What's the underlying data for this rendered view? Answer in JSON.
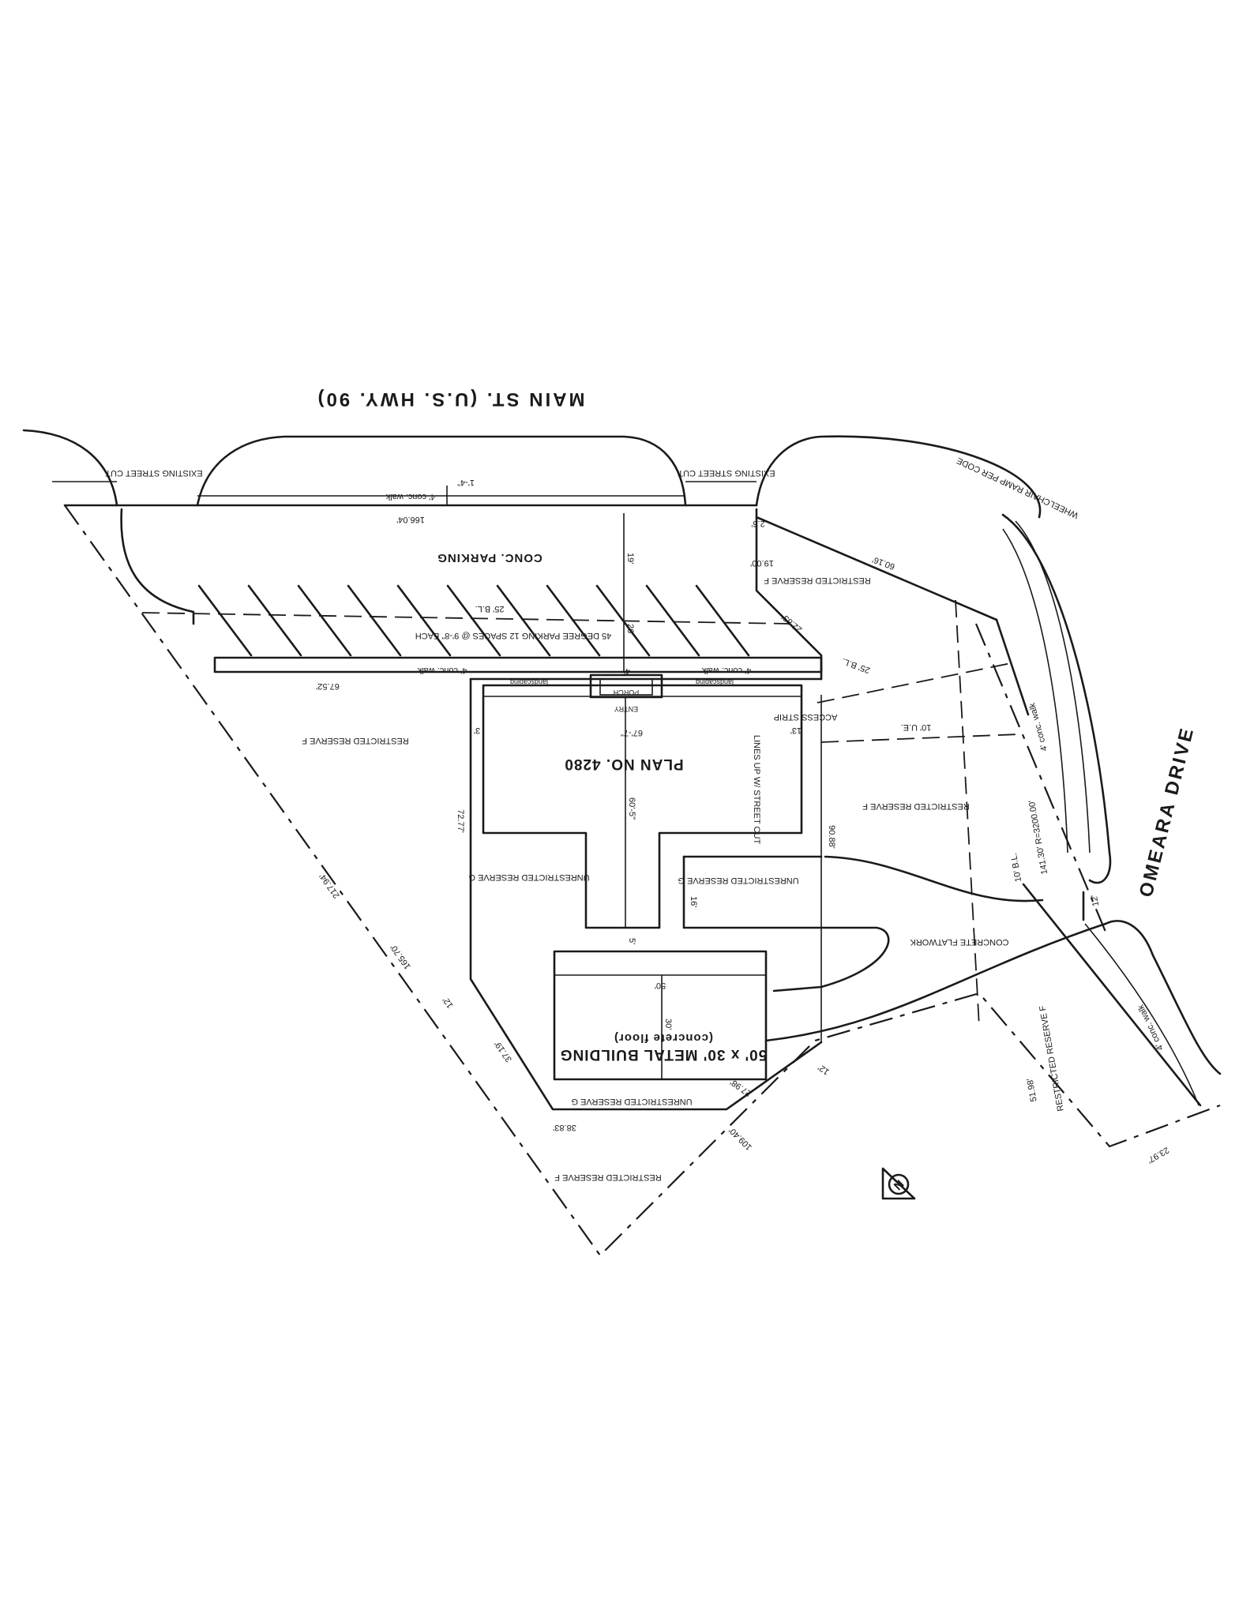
{
  "streets": {
    "main": "MAIN ST. (U.S. HWY. 90)",
    "omeara": "OMEARA DRIVE"
  },
  "labels": {
    "street_cut": "EXISTING STREET CUT",
    "conc_walk": "4' conc. walk",
    "conc_parking": "CONC. PARKING",
    "parking_note": "45 DEGREE PARKING 12 SPACES @ 9'-8\" EACH",
    "building_line_25": "25' B.L.",
    "landscaping": "landscaping",
    "porch": "PORCH",
    "entry": "ENTRY",
    "plan_no": "PLAN NO. 4280",
    "lines_up": "LINES UP W/ STREET CUT",
    "access_strip": "ACCESS STRIP",
    "restricted_f": "RESTRICTED RESERVE F",
    "unrestricted_g": "UNRESTRICTED RESERVE G",
    "metal_building": "50' x 30' METAL BUILDING",
    "concrete_floor": "(concrete floor)",
    "concrete_flatwork": "CONCRETE FLATWORK",
    "wheelchair_ramp": "WHEELCHAIR RAMP PER CODE",
    "utility_easement": "10' U.E.",
    "building_line_10": "10' B.L.",
    "curve": "141.30' R=3200.00'",
    "north": "N"
  },
  "dims": {
    "d1_4": "1'-4\"",
    "d166": "166.04'",
    "d2_6": "2.6'",
    "d19_00": "19.00'",
    "d60_16": "60.16'",
    "d22_83": "22.83'",
    "d19": "19'",
    "d26": "26'",
    "d4": "4'",
    "d67_52": "67.52'",
    "d67_7": "67'-7\"",
    "d3": "3'",
    "d13": "13'",
    "d60_5": "60'-5\"",
    "d72_77": "72.77'",
    "d90_88": "90.88'",
    "d217": "217.94'",
    "d165": "165.70'",
    "d16": "16'",
    "d12": "12'",
    "d5": "5'",
    "d50": "50'",
    "d30": "30'",
    "d37": "37.19'",
    "d27": "27.98'",
    "d38": "38.83'",
    "d109": "109.40'",
    "d51": "51.98'",
    "d23": "23.97'"
  }
}
